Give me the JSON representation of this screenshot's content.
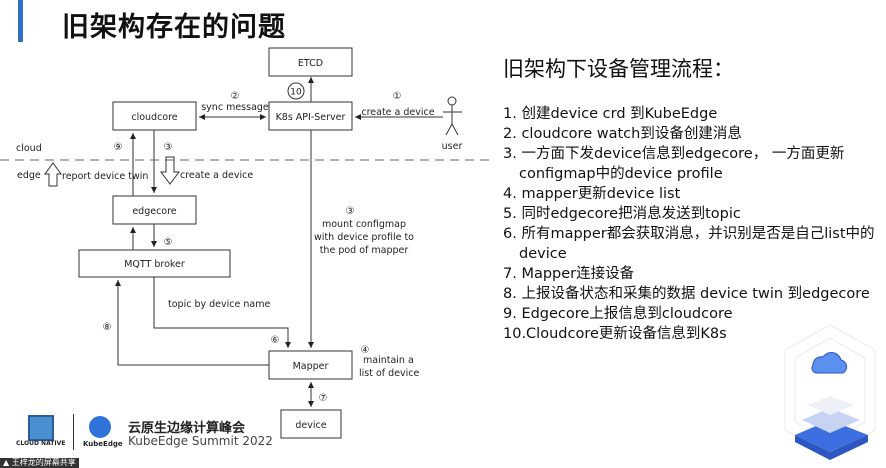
{
  "slide": {
    "title": "旧架构存在的问题",
    "accent_color": "#2f6fc6"
  },
  "diagram": {
    "nodes": {
      "etcd": "ETCD",
      "cloudcore": "cloudcore",
      "k8s_api_server": "K8s API-Server",
      "edgecore": "edgecore",
      "mqtt_broker": "MQTT broker",
      "mapper": "Mapper",
      "device": "device",
      "user": "user"
    },
    "zones": {
      "cloud": "cloud",
      "edge": "edge"
    },
    "steps": {
      "s1": "①",
      "s2": "②",
      "s3a": "③",
      "s3b": "③",
      "s4": "④",
      "s5": "⑤",
      "s6": "⑥",
      "s7": "⑦",
      "s8": "⑧",
      "s9": "⑨",
      "s10": "10"
    },
    "labels": {
      "sync_message": "sync message",
      "create_device_user": "create a device",
      "report_device_twin": "report device twin",
      "create_device_edge": "create a device",
      "mount_line1": "mount configmap",
      "mount_line2": "with device profile to",
      "mount_line3": "the pod of mapper",
      "topic": "topic by device name",
      "maintain_line1": "maintain a",
      "maintain_line2": "list of device"
    }
  },
  "process": {
    "heading": "旧架构下设备管理流程：",
    "items": [
      "1. 创建device crd 到KubeEdge",
      "2. cloudcore watch到设备创建消息",
      "3. 一方面下发device信息到edgecore， 一方面更新configmap中的device profile",
      "4. mapper更新device list",
      "5. 同时edgecore把消息发送到topic",
      "6. 所有mapper都会获取消息，并识别是否是自己list中的device",
      "7. Mapper连接设备",
      "8. 上报设备状态和采集的数据 device twin 到edgecore",
      "9. Edgecore上报信息到cloudcore",
      "10.Cloudcore更新设备信息到K8s"
    ]
  },
  "footer": {
    "cncf": "CLOUD NATIVE",
    "kubeedge": "KubeEdge",
    "summit_cn": "云原生边缘计算峰会",
    "summit_en": "KubeEdge Summit 2022"
  },
  "overlay": {
    "screen_share": "▲ 王梓龙的屏幕共享"
  }
}
